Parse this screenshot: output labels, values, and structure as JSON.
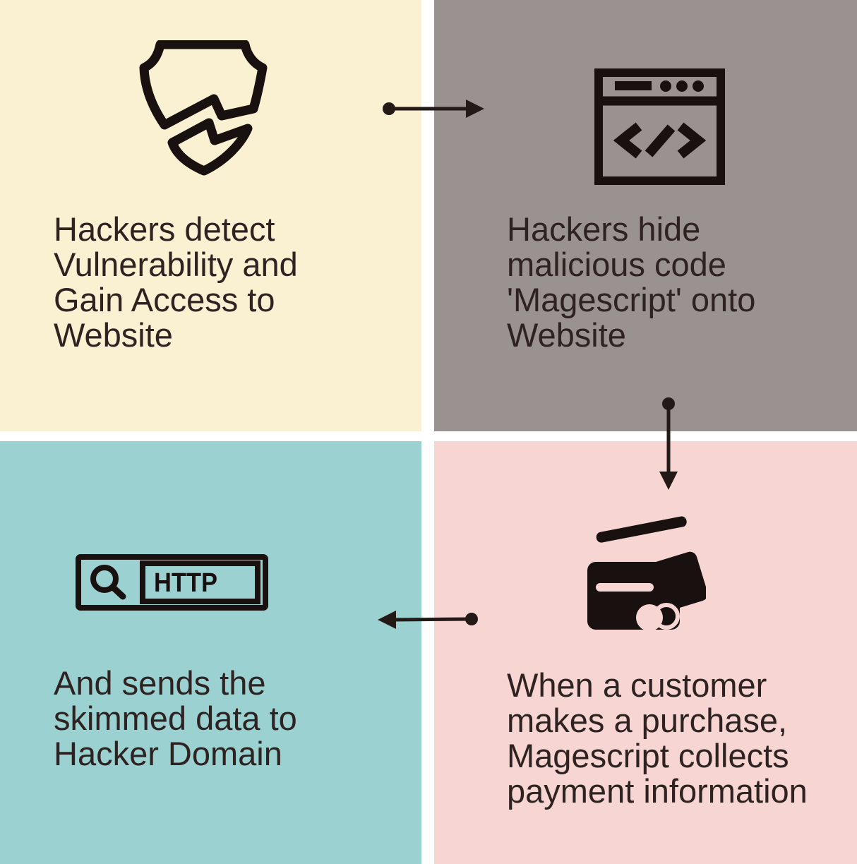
{
  "colors": {
    "background": "#ffffff",
    "ink": "#181110",
    "text": "#2e2321",
    "panel_cream": "#faf0d2",
    "panel_gray": "#9a9290",
    "panel_teal": "#9cd1d2",
    "panel_pink": "#f7d5d3"
  },
  "panels": [
    {
      "id": "panel-detect",
      "bg": "#faf0d2",
      "icon": "broken-shield-icon",
      "lines": [
        "Hackers detect",
        "Vulnerability and",
        "Gain Access to",
        "Website"
      ]
    },
    {
      "id": "panel-inject",
      "bg": "#9a9290",
      "icon": "browser-code-icon",
      "lines": [
        "Hackers hide",
        "malicious code",
        "'Magescript' onto",
        "Website"
      ]
    },
    {
      "id": "panel-collect",
      "bg": "#f7d5d3",
      "icon": "credit-cards-icon",
      "lines": [
        "When a customer",
        "makes a purchase,",
        "Magescript collects",
        "payment information"
      ]
    },
    {
      "id": "panel-exfiltrate",
      "bg": "#9cd1d2",
      "icon": "search-bar-http-icon",
      "address_bar_label": "HTTP",
      "lines": [
        "And sends the",
        "skimmed data to",
        "Hacker Domain"
      ]
    }
  ],
  "arrows": [
    {
      "from": "panel-detect",
      "to": "panel-inject",
      "direction": "right"
    },
    {
      "from": "panel-inject",
      "to": "panel-collect",
      "direction": "down"
    },
    {
      "from": "panel-collect",
      "to": "panel-exfiltrate",
      "direction": "left"
    }
  ]
}
